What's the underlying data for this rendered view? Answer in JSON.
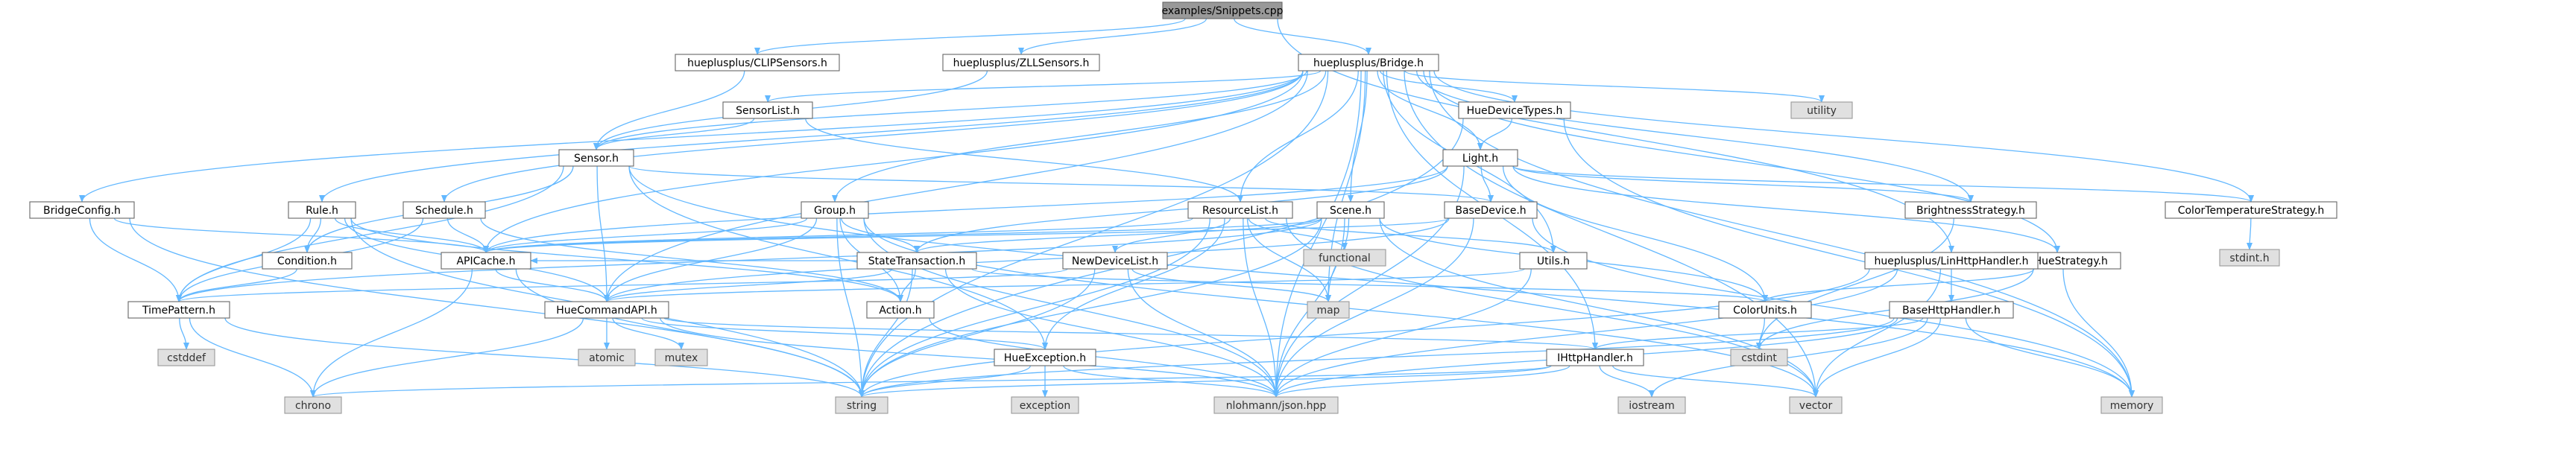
{
  "colors": {
    "edge": "#63b8ff",
    "root_fill": "#999999",
    "local_fill": "#ffffff",
    "local_border": "#666666",
    "system_fill": "#e0e0e0",
    "system_border": "#999999"
  },
  "nodes": [
    {
      "id": "snippets",
      "label": "examples/Snippets.cpp",
      "kind": "root"
    },
    {
      "id": "clip",
      "label": "hueplusplus/CLIPSensors.h",
      "kind": "local"
    },
    {
      "id": "zll",
      "label": "hueplusplus/ZLLSensors.h",
      "kind": "local"
    },
    {
      "id": "bridge",
      "label": "hueplusplus/Bridge.h",
      "kind": "local"
    },
    {
      "id": "sensorlist",
      "label": "SensorList.h",
      "kind": "local"
    },
    {
      "id": "huedevicetypes",
      "label": "HueDeviceTypes.h",
      "kind": "local"
    },
    {
      "id": "utility",
      "label": "utility",
      "kind": "system"
    },
    {
      "id": "sensor",
      "label": "Sensor.h",
      "kind": "local"
    },
    {
      "id": "light",
      "label": "Light.h",
      "kind": "local"
    },
    {
      "id": "bridgeconfig",
      "label": "BridgeConfig.h",
      "kind": "local"
    },
    {
      "id": "rule",
      "label": "Rule.h",
      "kind": "local"
    },
    {
      "id": "schedule",
      "label": "Schedule.h",
      "kind": "local"
    },
    {
      "id": "group",
      "label": "Group.h",
      "kind": "local"
    },
    {
      "id": "resourcelist",
      "label": "ResourceList.h",
      "kind": "local"
    },
    {
      "id": "scene",
      "label": "Scene.h",
      "kind": "local"
    },
    {
      "id": "basedevice",
      "label": "BaseDevice.h",
      "kind": "local"
    },
    {
      "id": "brightness",
      "label": "BrightnessStrategy.h",
      "kind": "local"
    },
    {
      "id": "colortemp",
      "label": "ColorTemperatureStrategy.h",
      "kind": "local"
    },
    {
      "id": "stdint",
      "label": "stdint.h",
      "kind": "system"
    },
    {
      "id": "functional",
      "label": "functional",
      "kind": "system"
    },
    {
      "id": "apicache",
      "label": "APICache.h",
      "kind": "local"
    },
    {
      "id": "condition",
      "label": "Condition.h",
      "kind": "local"
    },
    {
      "id": "statetransaction",
      "label": "StateTransaction.h",
      "kind": "local"
    },
    {
      "id": "newdevicelist",
      "label": "NewDeviceList.h",
      "kind": "local"
    },
    {
      "id": "utils",
      "label": "Utils.h",
      "kind": "local"
    },
    {
      "id": "colorhue",
      "label": "ColorHueStrategy.h",
      "kind": "local"
    },
    {
      "id": "linhttp",
      "label": "hueplusplus/LinHttpHandler.h",
      "kind": "local"
    },
    {
      "id": "timepattern",
      "label": "TimePattern.h",
      "kind": "local"
    },
    {
      "id": "huecommandapi",
      "label": "HueCommandAPI.h",
      "kind": "local"
    },
    {
      "id": "action",
      "label": "Action.h",
      "kind": "local"
    },
    {
      "id": "map",
      "label": "map",
      "kind": "system"
    },
    {
      "id": "colorunits",
      "label": "ColorUnits.h",
      "kind": "local"
    },
    {
      "id": "basehttp",
      "label": "BaseHttpHandler.h",
      "kind": "local"
    },
    {
      "id": "cstddef",
      "label": "cstddef",
      "kind": "system"
    },
    {
      "id": "atomic",
      "label": "atomic",
      "kind": "system"
    },
    {
      "id": "mutex",
      "label": "mutex",
      "kind": "system"
    },
    {
      "id": "cstdint",
      "label": "cstdint",
      "kind": "system"
    },
    {
      "id": "hueexception",
      "label": "HueException.h",
      "kind": "local"
    },
    {
      "id": "ihttphandler",
      "label": "IHttpHandler.h",
      "kind": "local"
    },
    {
      "id": "chrono",
      "label": "chrono",
      "kind": "system"
    },
    {
      "id": "string",
      "label": "string",
      "kind": "system"
    },
    {
      "id": "exception",
      "label": "exception",
      "kind": "system"
    },
    {
      "id": "json",
      "label": "nlohmann/json.hpp",
      "kind": "system"
    },
    {
      "id": "iostream",
      "label": "iostream",
      "kind": "system"
    },
    {
      "id": "vector",
      "label": "vector",
      "kind": "system"
    },
    {
      "id": "memory",
      "label": "memory",
      "kind": "system"
    }
  ],
  "edges": [
    [
      "snippets",
      "clip"
    ],
    [
      "snippets",
      "zll"
    ],
    [
      "snippets",
      "bridge"
    ],
    [
      "snippets",
      "linhttp"
    ],
    [
      "clip",
      "sensor"
    ],
    [
      "zll",
      "sensor"
    ],
    [
      "bridge",
      "sensorlist"
    ],
    [
      "bridge",
      "huedevicetypes"
    ],
    [
      "bridge",
      "utility"
    ],
    [
      "bridge",
      "sensor"
    ],
    [
      "bridge",
      "light"
    ],
    [
      "bridge",
      "bridgeconfig"
    ],
    [
      "bridge",
      "rule"
    ],
    [
      "bridge",
      "schedule"
    ],
    [
      "bridge",
      "group"
    ],
    [
      "bridge",
      "resourcelist"
    ],
    [
      "bridge",
      "scene"
    ],
    [
      "bridge",
      "brightness"
    ],
    [
      "bridge",
      "colortemp"
    ],
    [
      "bridge",
      "apicache"
    ],
    [
      "bridge",
      "utils"
    ],
    [
      "bridge",
      "colorhue"
    ],
    [
      "bridge",
      "huecommandapi"
    ],
    [
      "bridge",
      "ihttphandler"
    ],
    [
      "bridge",
      "string"
    ],
    [
      "bridge",
      "json"
    ],
    [
      "bridge",
      "vector"
    ],
    [
      "bridge",
      "memory"
    ],
    [
      "bridge",
      "map"
    ],
    [
      "sensorlist",
      "sensor"
    ],
    [
      "sensorlist",
      "resourcelist"
    ],
    [
      "huedevicetypes",
      "light"
    ],
    [
      "huedevicetypes",
      "memory"
    ],
    [
      "huedevicetypes",
      "string"
    ],
    [
      "sensor",
      "basedevice"
    ],
    [
      "sensor",
      "timepattern"
    ],
    [
      "sensor",
      "condition"
    ],
    [
      "sensor",
      "huecommandapi"
    ],
    [
      "sensor",
      "hueexception"
    ],
    [
      "sensor",
      "memory"
    ],
    [
      "light",
      "basedevice"
    ],
    [
      "light",
      "brightness"
    ],
    [
      "light",
      "colortemp"
    ],
    [
      "light",
      "colorhue"
    ],
    [
      "light",
      "statetransaction"
    ],
    [
      "light",
      "apicache"
    ],
    [
      "light",
      "colorunits"
    ],
    [
      "light",
      "json"
    ],
    [
      "bridgeconfig",
      "apicache"
    ],
    [
      "bridgeconfig",
      "timepattern"
    ],
    [
      "bridgeconfig",
      "string"
    ],
    [
      "rule",
      "condition"
    ],
    [
      "rule",
      "apicache"
    ],
    [
      "rule",
      "huecommandapi"
    ],
    [
      "rule",
      "timepattern"
    ],
    [
      "rule",
      "action"
    ],
    [
      "rule",
      "string"
    ],
    [
      "schedule",
      "apicache"
    ],
    [
      "schedule",
      "timepattern"
    ],
    [
      "schedule",
      "action"
    ],
    [
      "group",
      "apicache"
    ],
    [
      "group",
      "statetransaction"
    ],
    [
      "group",
      "huecommandapi"
    ],
    [
      "group",
      "action"
    ],
    [
      "group",
      "string"
    ],
    [
      "group",
      "vector"
    ],
    [
      "group",
      "json"
    ],
    [
      "resourcelist",
      "apicache"
    ],
    [
      "resourcelist",
      "newdevicelist"
    ],
    [
      "resourcelist",
      "hueexception"
    ],
    [
      "resourcelist",
      "utils"
    ],
    [
      "resourcelist",
      "functional"
    ],
    [
      "resourcelist",
      "map"
    ],
    [
      "resourcelist",
      "string"
    ],
    [
      "resourcelist",
      "vector"
    ],
    [
      "resourcelist",
      "json"
    ],
    [
      "scene",
      "apicache"
    ],
    [
      "scene",
      "statetransaction"
    ],
    [
      "scene",
      "timepattern"
    ],
    [
      "scene",
      "colorunits"
    ],
    [
      "scene",
      "map"
    ],
    [
      "scene",
      "string"
    ],
    [
      "scene",
      "vector"
    ],
    [
      "scene",
      "json"
    ],
    [
      "basedevice",
      "apicache"
    ],
    [
      "basedevice",
      "huecommandapi"
    ],
    [
      "basedevice",
      "json"
    ],
    [
      "basedevice",
      "memory"
    ],
    [
      "brightness",
      "cstdint"
    ],
    [
      "colortemp",
      "stdint"
    ],
    [
      "apicache",
      "huecommandapi"
    ],
    [
      "apicache",
      "chrono"
    ],
    [
      "apicache",
      "string"
    ],
    [
      "condition",
      "timepattern"
    ],
    [
      "statetransaction",
      "action"
    ],
    [
      "statetransaction",
      "apicache"
    ],
    [
      "statetransaction",
      "colorunits"
    ],
    [
      "statetransaction",
      "huecommandapi"
    ],
    [
      "statetransaction",
      "string"
    ],
    [
      "statetransaction",
      "json"
    ],
    [
      "newdevicelist",
      "timepattern"
    ],
    [
      "newdevicelist",
      "map"
    ],
    [
      "newdevicelist",
      "string"
    ],
    [
      "newdevicelist",
      "json"
    ],
    [
      "utils",
      "huecommandapi"
    ],
    [
      "utils",
      "json"
    ],
    [
      "colorhue",
      "colorunits"
    ],
    [
      "colorhue",
      "cstdint"
    ],
    [
      "colorhue",
      "memory"
    ],
    [
      "linhttp",
      "basehttp"
    ],
    [
      "linhttp",
      "string"
    ],
    [
      "linhttp",
      "vector"
    ],
    [
      "linhttp",
      "json"
    ],
    [
      "timepattern",
      "chrono"
    ],
    [
      "timepattern",
      "cstddef"
    ],
    [
      "timepattern",
      "string"
    ],
    [
      "huecommandapi",
      "atomic"
    ],
    [
      "huecommandapi",
      "mutex"
    ],
    [
      "huecommandapi",
      "chrono"
    ],
    [
      "huecommandapi",
      "hueexception"
    ],
    [
      "huecommandapi",
      "ihttphandler"
    ],
    [
      "huecommandapi",
      "json"
    ],
    [
      "action",
      "json"
    ],
    [
      "colorunits",
      "cstdint"
    ],
    [
      "basehttp",
      "ihttphandler"
    ],
    [
      "basehttp",
      "memory"
    ],
    [
      "basehttp",
      "iostream"
    ],
    [
      "basehttp",
      "vector"
    ],
    [
      "basehttp",
      "string"
    ],
    [
      "basehttp",
      "json"
    ],
    [
      "hueexception",
      "exception"
    ],
    [
      "hueexception",
      "string"
    ],
    [
      "hueexception",
      "json"
    ],
    [
      "ihttphandler",
      "chrono"
    ],
    [
      "ihttphandler",
      "string"
    ],
    [
      "ihttphandler",
      "vector"
    ],
    [
      "ihttphandler",
      "iostream"
    ],
    [
      "ihttphandler",
      "json"
    ]
  ]
}
